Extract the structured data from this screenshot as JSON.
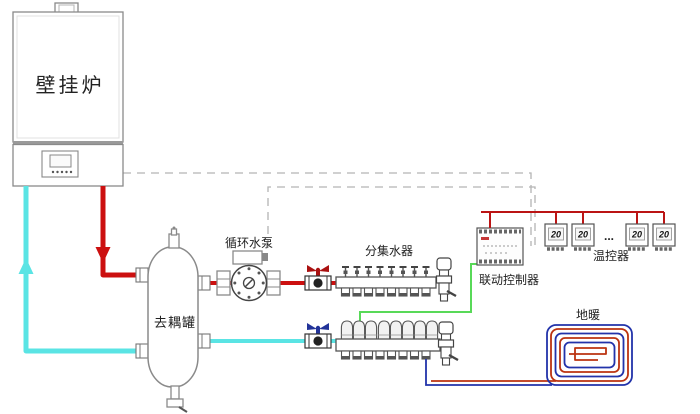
{
  "diagram": {
    "labels": {
      "boiler": "壁挂炉",
      "decoupling_tank": "去耦罐",
      "circulation_pump": "循环水泵",
      "manifold": "分集水器",
      "linkage_controller": "联动控制器",
      "thermostat": "温控器",
      "floor_heating": "地暖"
    },
    "thermostats": {
      "displays": [
        "20",
        "20",
        "20",
        "20"
      ],
      "ellipsis": "..."
    },
    "colors": {
      "supply-red": "#cc1010",
      "return-cyan": "#5ae4e4",
      "signal-green": "#58d958",
      "loop-blue": "#2233aa",
      "loop-red": "#bb3311",
      "bus-red": "#bb1414"
    }
  }
}
